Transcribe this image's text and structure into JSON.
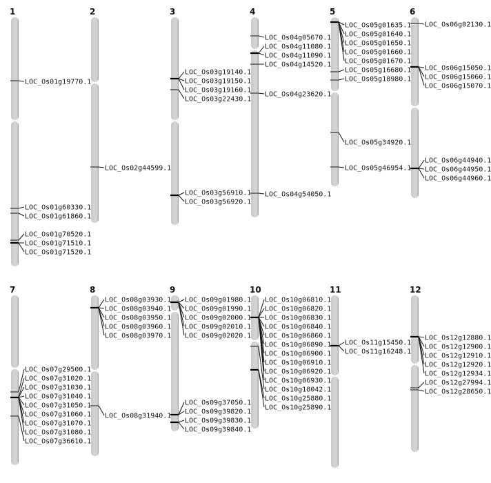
{
  "colors": {
    "chromosome_fill": "#d4d4d4",
    "chromosome_edge": "#8a8a8a",
    "marker": "#555555",
    "marker_dense": "#000000"
  },
  "chromosomes": [
    {
      "name": "1",
      "genes": [
        "LOC_Os01g19770.1",
        "LOC_Os01g60330.1",
        "LOC_Os01g61860.1",
        "LOC_Os01g70520.1",
        "LOC_Os01g71510.1",
        "LOC_Os01g71520.1"
      ]
    },
    {
      "name": "2",
      "genes": [
        "LOC_Os02g44599.1"
      ]
    },
    {
      "name": "3",
      "genes": [
        "LOC_Os03g19140.1",
        "LOC_Os03g19150.1",
        "LOC_Os03g19160.1",
        "LOC_Os03g22430.1",
        "LOC_Os03g56910.1",
        "LOC_Os03g56920.1"
      ]
    },
    {
      "name": "4",
      "genes": [
        "LOC_Os04g05670.1",
        "LOC_Os04g11080.1",
        "LOC_Os04g11090.1",
        "LOC_Os04g14520.1",
        "LOC_Os04g23620.1",
        "LOC_Os04g54050.1"
      ]
    },
    {
      "name": "5",
      "genes": [
        "LOC_Os05g01635.1",
        "LOC_Os05g01640.1",
        "LOC_Os05g01650.1",
        "LOC_Os05g01660.1",
        "LOC_Os05g01670.1",
        "LOC_Os05g16680.1",
        "LOC_Os05g18980.1",
        "LOC_Os05g34920.1",
        "LOC_Os05g46954.1"
      ]
    },
    {
      "name": "6",
      "genes": [
        "LOC_Os06g02130.1",
        "LOC_Os06g15050.1",
        "LOC_Os06g15060.1",
        "LOC_Os06g15070.1",
        "LOC_Os06g44940.1",
        "LOC_Os06g44950.1",
        "LOC_Os06g44960.1"
      ]
    },
    {
      "name": "7",
      "genes": [
        "LOC_Os07g29500.1",
        "LOC_Os07g31020.1",
        "LOC_Os07g31030.1",
        "LOC_Os07g31040.1",
        "LOC_Os07g31050.1",
        "LOC_Os07g31060.1",
        "LOC_Os07g31070.1",
        "LOC_Os07g31080.1",
        "LOC_Os07g36610.1"
      ]
    },
    {
      "name": "8",
      "genes": [
        "LOC_Os08g03930.1",
        "LOC_Os08g03940.1",
        "LOC_Os08g03950.1",
        "LOC_Os08g03960.1",
        "LOC_Os08g03970.1",
        "LOC_Os08g31940.1"
      ]
    },
    {
      "name": "9",
      "genes": [
        "LOC_Os09g01980.1",
        "LOC_Os09g01990.1",
        "LOC_Os09g02000.1",
        "LOC_Os09g02010.1",
        "LOC_Os09g02020.1",
        "LOC_Os09g37050.1",
        "LOC_Os09g39820.1",
        "LOC_Os09g39830.1",
        "LOC_Os09g39840.1"
      ]
    },
    {
      "name": "10",
      "genes": [
        "LOC_Os10g06810.1",
        "LOC_Os10g06820.1",
        "LOC_Os10g06830.1",
        "LOC_Os10g06840.1",
        "LOC_Os10g06860.1",
        "LOC_Os10g06890.1",
        "LOC_Os10g06900.1",
        "LOC_Os10g06910.1",
        "LOC_Os10g06920.1",
        "LOC_Os10g06930.1",
        "LOC_Os10g18042.1",
        "LOC_Os10g25880.1",
        "LOC_Os10g25890.1"
      ]
    },
    {
      "name": "11",
      "genes": [
        "LOC_Os11g15450.1",
        "LOC_Os11g16248.1"
      ]
    },
    {
      "name": "12",
      "genes": [
        "LOC_Os12g12880.1",
        "LOC_Os12g12900.1",
        "LOC_Os12g12910.1",
        "LOC_Os12g12920.1",
        "LOC_Os12g12934.1",
        "LOC_Os12g27994.1",
        "LOC_Os12g28650.1"
      ]
    }
  ]
}
